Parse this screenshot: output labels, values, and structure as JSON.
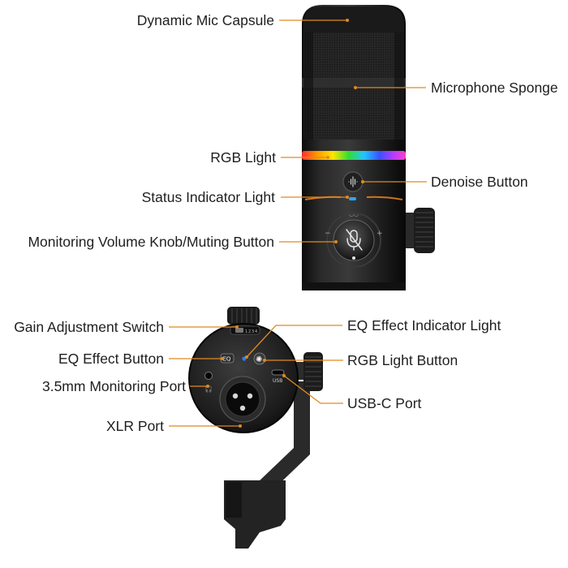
{
  "callouts": {
    "dynamic_mic_capsule": "Dynamic Mic Capsule",
    "microphone_sponge": "Microphone Sponge",
    "rgb_light": "RGB Light",
    "denoise_button": "Denoise Button",
    "status_indicator_light": "Status Indicator Light",
    "monitoring_volume_knob": "Monitoring Volume Knob/Muting Button",
    "gain_adjustment_switch": "Gain Adjustment Switch",
    "eq_effect_indicator_light": "EQ Effect Indicator Light",
    "eq_effect_button": "EQ Effect Button",
    "rgb_light_button": "RGB Light Button",
    "monitoring_port": "3.5mm Monitoring Port",
    "usb_c_port": "USB-C Port",
    "xlr_port": "XLR Port"
  },
  "device_markings": {
    "eq_button_text": "EQ",
    "usb_text": "USB",
    "gain_scale": [
      "1",
      "2",
      "3",
      "4"
    ]
  },
  "colors": {
    "leader_line": "#e08a1e",
    "mic_body": "#1b1b1b",
    "rgb_ring": [
      "#ff2d2d",
      "#ff9a00",
      "#ffe600",
      "#33dd33",
      "#22c4ff",
      "#3b50ff",
      "#b43cff",
      "#ff3cc8"
    ]
  }
}
